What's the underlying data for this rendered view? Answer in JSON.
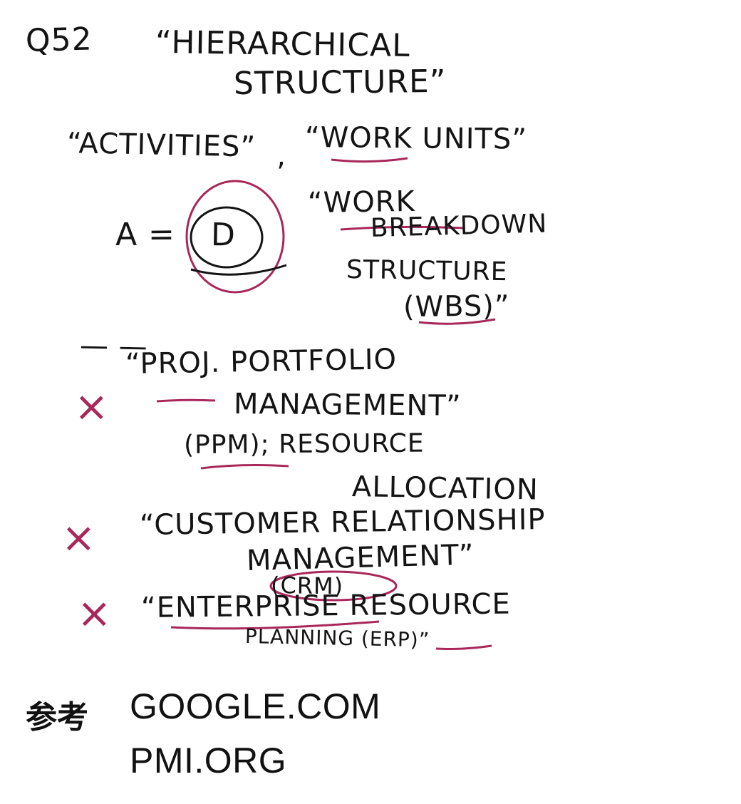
{
  "question": {
    "number": "Q52",
    "term": "“HIERARCHICAL",
    "term_cont": "STRUCTURE”"
  },
  "keywords": {
    "activities": "“ACTIVITIES”",
    "separator": ",",
    "work_units": "“WORK UNITS”"
  },
  "answer": {
    "prefix": "A =",
    "letter": "D",
    "wbs_line1": "“WORK",
    "wbs_line2": "BREAKDOWN",
    "wbs_line3": "STRUCTURE",
    "wbs_line4": "(WBS)”"
  },
  "divider": "— —",
  "wrong_options": [
    {
      "mark": "×",
      "line1": "“PROJ. PORTFOLIO",
      "line2": "MANAGEMENT”",
      "line3": "(PPM); RESOURCE",
      "line4": "ALLOCATION"
    },
    {
      "mark": "×",
      "line1": "“CUSTOMER RELATIONSHIP",
      "line2": "MANAGEMENT”",
      "line3": "(CRM)"
    },
    {
      "mark": "×",
      "line1": "“ENTERPRISE RESOURCE",
      "line2": "PLANNING (ERP)”"
    }
  ],
  "references": {
    "label": "参考",
    "sources": [
      "GOOGLE.COM",
      "PMI.ORG"
    ]
  },
  "colors": {
    "ink": "#141414",
    "highlight": "#a8285a",
    "background": "#ffffff"
  }
}
